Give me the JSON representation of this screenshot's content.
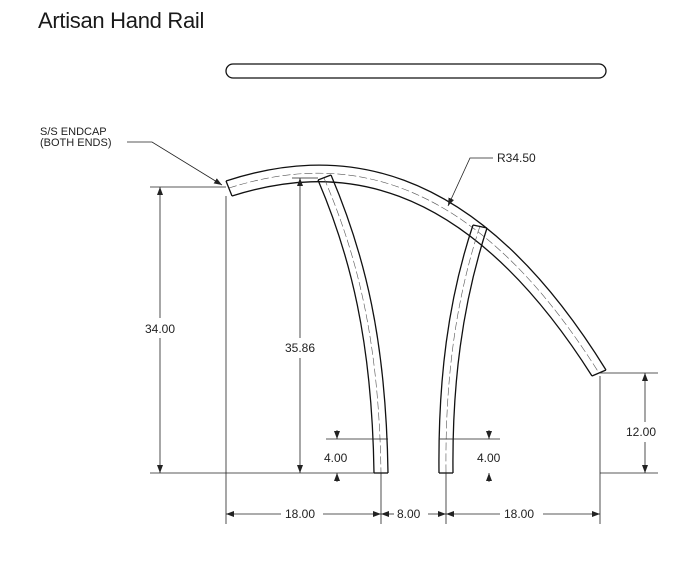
{
  "title": "Artisan Hand Rail",
  "endcap_note": [
    "S/S ENDCAP",
    "(BOTH ENDS)"
  ],
  "dimensions": {
    "radius": "R34.50",
    "rail_height": "34.00",
    "post_height": "35.86",
    "end_height": "12.00",
    "post_base_left": "4.00",
    "post_base_right": "4.00",
    "span_left": "18.00",
    "span_middle": "8.00",
    "span_right": "18.00"
  }
}
